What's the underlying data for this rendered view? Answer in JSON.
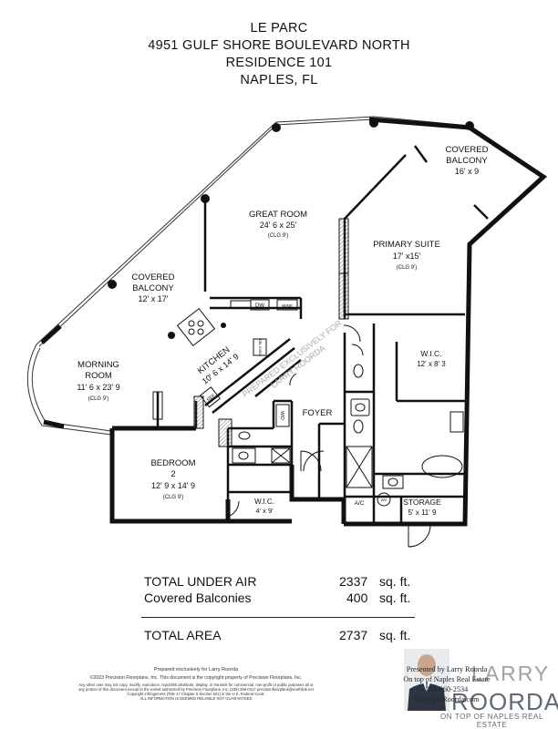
{
  "header": {
    "line1": "LE PARC",
    "line2": "4951 GULF SHORE BOULEVARD NORTH",
    "line3": "RESIDENCE 101",
    "line4": "NAPLES, FL"
  },
  "rooms": {
    "covered_balcony_right": {
      "name1": "COVERED",
      "name2": "BALCONY",
      "dims": "16' x 9"
    },
    "great_room": {
      "name": "GREAT ROOM",
      "dims": "24' 6 x 25'",
      "clg": "(CLG 9')"
    },
    "primary_suite": {
      "name": "PRIMARY SUITE",
      "dims": "17' x15'",
      "clg": "(CLG 9')"
    },
    "covered_balcony_left": {
      "name1": "COVERED",
      "name2": "BALCONY",
      "dims": "12' x 17'"
    },
    "morning_room": {
      "name1": "MORNING",
      "name2": "ROOM",
      "dims": "11' 6 x 23' 9",
      "clg": "(CLG 9')"
    },
    "kitchen": {
      "name": "KITCHEN",
      "dims": "10' 6 x 14' 9"
    },
    "wic_primary": {
      "name": "W.I.C.",
      "dims": "12' x 8' 3"
    },
    "foyer": {
      "name": "FOYER"
    },
    "bedroom2": {
      "name1": "BEDROOM",
      "name2": "2",
      "dims": "12' 9 x 14' 9",
      "clg": "(CLG 9')"
    },
    "wic_bedroom": {
      "name": "W.I.C.",
      "dims": "4' x 9'"
    },
    "storage": {
      "name": "STORAGE",
      "dims": "5' x 11' 9"
    },
    "ac": {
      "name": "A/C"
    },
    "wh": {
      "name": "WH"
    }
  },
  "appliances": {
    "dw": "DW",
    "wine": "WINE",
    "wd": "W/D",
    "ref": "REF",
    "dbl_oven": "DBL OVEN"
  },
  "watermark": {
    "line1": "PREPARED EXCLUSIVELY FOR",
    "line2": "LARRY ROORDA"
  },
  "areas": {
    "rows": [
      {
        "label": "TOTAL UNDER AIR",
        "value": "2337",
        "unit": "sq. ft."
      },
      {
        "label": "Covered Balconies",
        "value": "400",
        "unit": "sq. ft."
      }
    ],
    "total": {
      "label": "TOTAL AREA",
      "value": "2737",
      "unit": "sq. ft."
    }
  },
  "footer": {
    "prepared": "Prepared exclusively for Larry Roorda",
    "copyright": "©2023 Precision Floorplans, Inc. This document is the copyright property of Precision Floorplans, Inc.",
    "legal1": "Any other user may not copy, modify, reproduce, republish,distribute, display, or transmit for commercial, non-profit or public purposes all or",
    "legal2": "any portion of this document except to the extent authorized by Precision Floorplans, Inc. (239) 398-0417 precisionfloorplans@earthlink.net",
    "legal3": "Copyright infringement (Title 17 Chapter 5 Section 501) in the U.S. Federal Court.",
    "legal4": "ALL INFORMATION IS DEEMED RELIABLE NOT GUARANTEED"
  },
  "agent": {
    "line1": "Presented by Larry Roorda",
    "line2": "On top of Naples Real Estate",
    "line3": "239-860-2534",
    "line4": "Larry@LRoorda.com",
    "brand_first": "LARRY",
    "brand_last": "ROORDA",
    "tagline": "ON TOP OF NAPLES REAL ESTATE",
    "brand_color": "#5f6a74"
  }
}
